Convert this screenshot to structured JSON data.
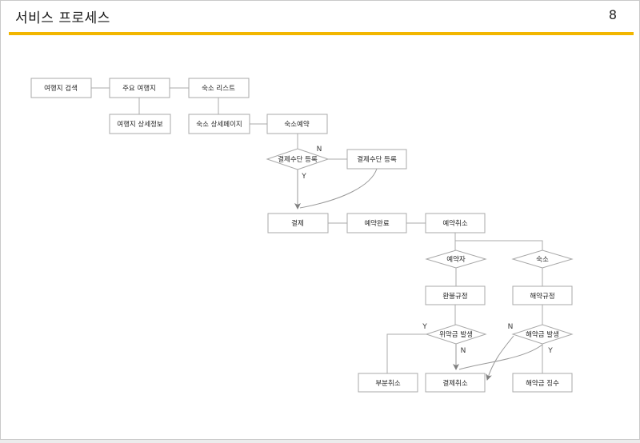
{
  "header": {
    "title": "서비스 프로세스",
    "page_number": "8"
  },
  "colors": {
    "accent": "#F2B600",
    "line": "#ABABAB",
    "box_border": "#A8A8A8",
    "arrow": "#808080"
  },
  "flowchart": {
    "nodes": {
      "dest_search": "여행지 검색",
      "main_dest": "주요 여행지",
      "accom_list": "숙소 리스트",
      "dest_detail": "여행지 상세정보",
      "accom_detail_page": "숙소 상세페이지",
      "accom_booking": "숙소예약",
      "payment_method_check": "결제수단 등록",
      "payment_method_register": "결제수단 등록",
      "payment": "결제",
      "booking_complete": "예약완료",
      "booking_cancel": "예약취소",
      "guest": "예약자",
      "accom": "숙소",
      "refund_policy": "환불규정",
      "cancellation_policy": "해약규정",
      "penalty_occurs": "위약금 발생",
      "cancellation_fee_occurs": "해약금 발생",
      "partial_cancel": "부분취소",
      "payment_cancel": "결제취소",
      "fee_collection": "해약금 징수"
    },
    "branch_labels": {
      "yes": "Y",
      "no": "N"
    }
  }
}
